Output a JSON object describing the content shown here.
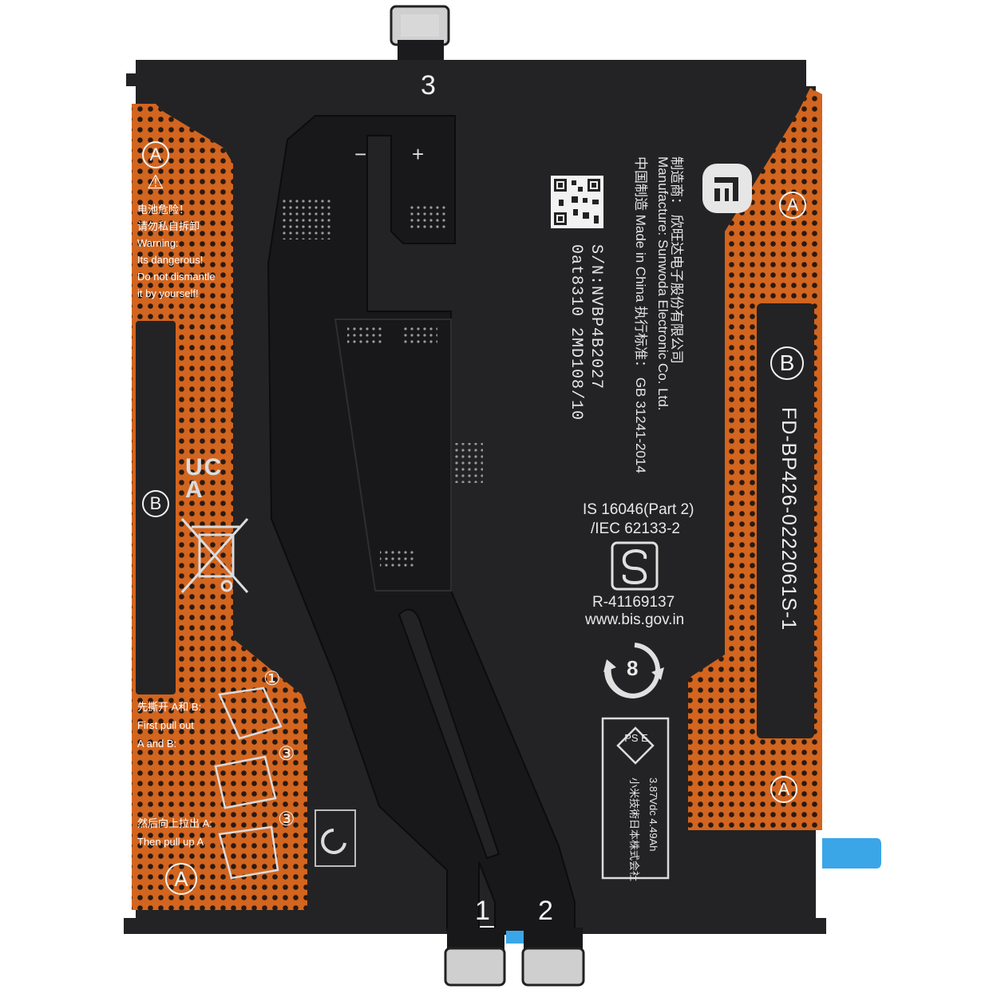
{
  "colors": {
    "body": "#232325",
    "orange": "#d2651f",
    "dot": "#2a1a12",
    "flex": "#18181a",
    "blue": "#3aa6e8"
  },
  "connectors": {
    "top": "3",
    "left": "1",
    "right": "2"
  },
  "polarity": {
    "minus": "−",
    "plus": "+"
  },
  "markers": {
    "a": "A",
    "b": "B"
  },
  "warning": {
    "cn1": "电池危险！",
    "cn2": "请勿私自拆卸",
    "en1": "Warning:",
    "en2": "Its dangerous!",
    "en3": "Do not dismantle",
    "en4": "it by yourself!"
  },
  "steps": {
    "one": "①",
    "three": "③",
    "cn_first": "先撕开 A和 B:",
    "en_first_1": "First pull out",
    "en_first_2": "A and B:",
    "cn_then": "然后向上拉出 A:",
    "en_then": "Then pull up A"
  },
  "left_logo": "UCA",
  "info": {
    "sn": "S/N:NVBP4B2027",
    "lot": "0at8310 2MD108/10",
    "manufacturer_cn": "制造商：  欣旺达电子股份有限公司",
    "manufacturer_en": "Manufacture: Sunwoda Electronic Co. Ltd.",
    "origin": "中国制造 Made in China   执行标准： GB 31241-2014"
  },
  "certification": {
    "standard1": "IS 16046(Part 2)",
    "standard2": "/IEC 62133-2",
    "registration": "R-41169137",
    "website": "www.bis.gov.in",
    "recycle_number": "8",
    "pse": "PS E",
    "rating": "3.87Vdc 4.49Ah",
    "jp_company": "小米技術日本株式会社"
  },
  "model": "FD-BP426-0222061S-1",
  "brand_logo": "mi-logo"
}
